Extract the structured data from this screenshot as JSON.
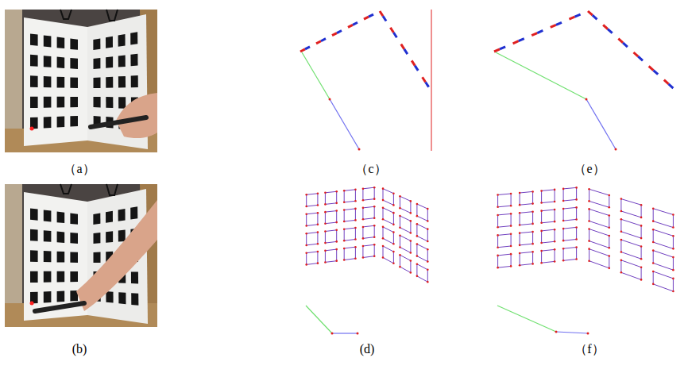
{
  "diagram": {
    "labels": [
      "（a）",
      "（c）",
      "（e）",
      "(b)",
      "(d)",
      "（f）"
    ]
  }
}
